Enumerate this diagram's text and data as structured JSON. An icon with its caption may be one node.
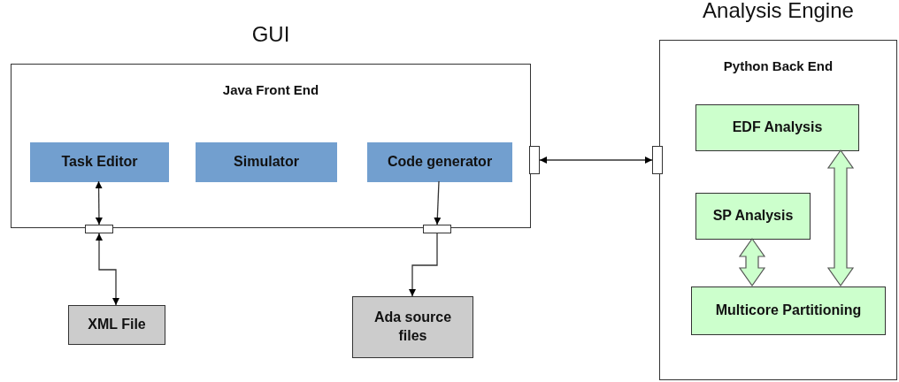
{
  "diagram": {
    "nodes": [
      {
        "text": [
          "GUI",
          "Java Front End"
        ]
      },
      {
        "text": [
          "Task Editor"
        ],
        "in": 0
      },
      {
        "text": [
          "Simulator"
        ],
        "in": 0
      },
      {
        "text": [
          "Code generator"
        ],
        "in": 0
      },
      {
        "text": [],
        "shape": "box"
      },
      {
        "text": [],
        "shape": "box"
      },
      {
        "text": [],
        "shape": "box"
      },
      {
        "text": [
          "Analysis Engine",
          "Python Back End"
        ]
      },
      {
        "text": [],
        "shape": "box"
      },
      {
        "text": [
          "EDF Analysis"
        ],
        "in": 7
      },
      {
        "text": [
          "SP Analysis"
        ],
        "in": 7
      },
      {
        "text": [
          "Multicore Partitioning"
        ],
        "in": 7
      },
      {
        "text": [
          "XML File"
        ]
      },
      {
        "text": [
          "Ada source files"
        ]
      }
    ],
    "edges": [
      {
        "from": 1,
        "to": 4,
        "arrow": "both"
      },
      {
        "from": 4,
        "to": 12,
        "arrow": "both"
      },
      {
        "from": 3,
        "to": 5,
        "arrow": "to"
      },
      {
        "from": 5,
        "to": 13,
        "arrow": "to"
      },
      {
        "from": 6,
        "to": 8,
        "arrow": "both"
      },
      {
        "from": 9,
        "to": 11,
        "arrow": "both",
        "style": "thick",
        "color": "#ccffcc"
      },
      {
        "from": 10,
        "to": 11,
        "arrow": "both",
        "style": "thick",
        "color": "#ccffcc"
      }
    ]
  }
}
